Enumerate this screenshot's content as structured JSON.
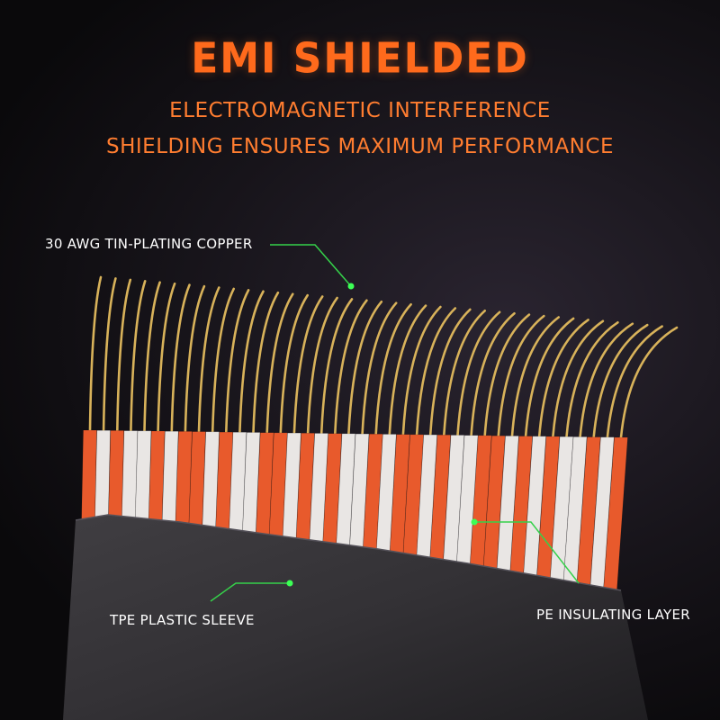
{
  "headline": {
    "title": "EMI SHIELDED",
    "subtitle_line1": "ELECTROMAGNETIC INTERFERENCE",
    "subtitle_line2": "SHIELDING ENSURES MAXIMUM PERFORMANCE"
  },
  "callouts": {
    "copper": "30 AWG TIN-PLATING COPPER",
    "sleeve": "TPE PLASTIC SLEEVE",
    "insulation": "PE INSULATING LAYER"
  },
  "colors": {
    "title": "#ff6a1c",
    "subtitle": "#ff7d30",
    "callout_line": "#35d14a",
    "copper_wire": "#d8b25a",
    "insulation_red": "#e85a2c",
    "insulation_white": "#e9e6e4",
    "sleeve": "#3a383c"
  },
  "icons": {
    "copper_wire": "copper-wire-icon",
    "callout_dot": "green-dot-icon"
  }
}
